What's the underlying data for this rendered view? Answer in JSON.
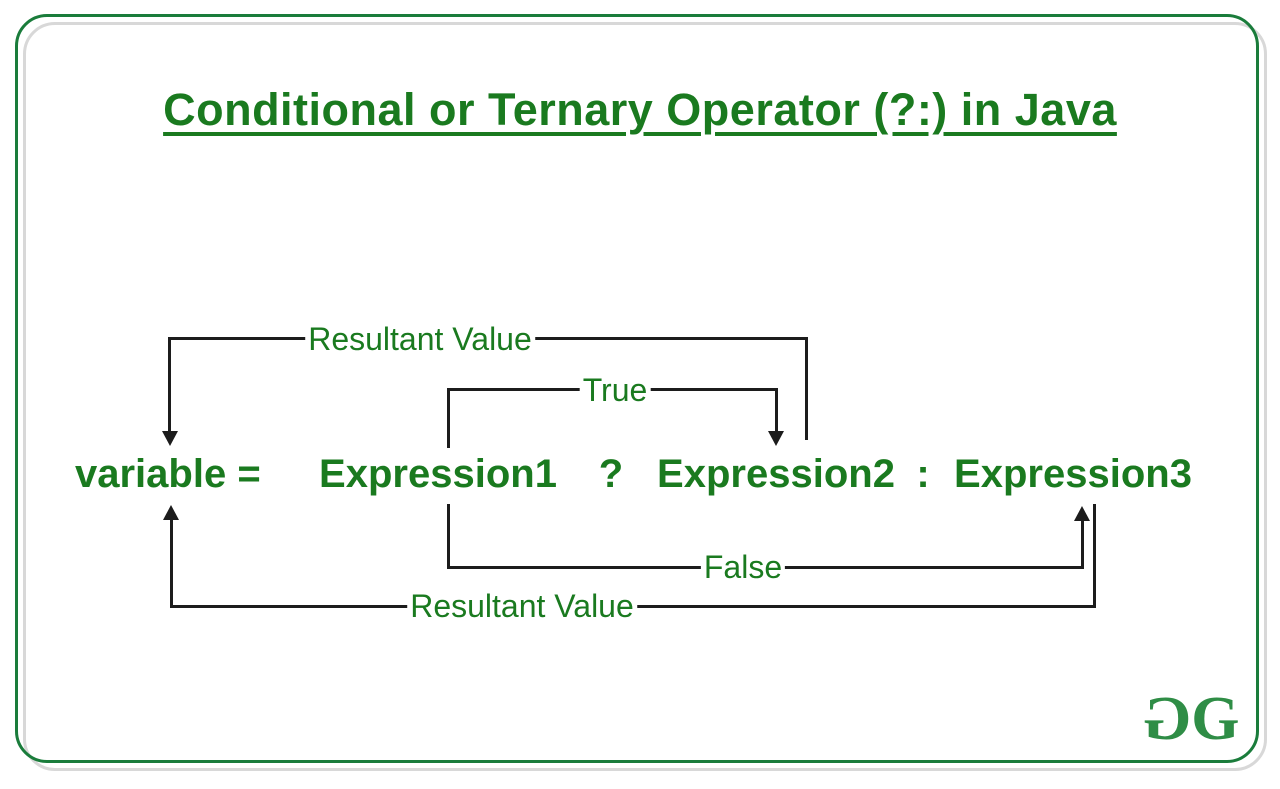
{
  "title": {
    "text": "Conditional or Ternary Operator (?:) in Java"
  },
  "expression": {
    "lhs": "variable =",
    "expr1": "Expression1",
    "question": "?",
    "expr2": "Expression2",
    "colon": ":",
    "expr3": "Expression3"
  },
  "labels": {
    "resultant_value_top": "Resultant Value",
    "true_branch": "True",
    "false_branch": "False",
    "resultant_value_bottom": "Resultant Value"
  },
  "logo": {
    "letter_left": "G",
    "letter_right": "G"
  },
  "colors": {
    "text_green": "#1a7a1f",
    "border_green": "#1a7c3b",
    "shadow_gray": "#d8d8d8",
    "line_black": "#1c1c1c",
    "logo_green": "#2f8d46",
    "background": "#ffffff"
  }
}
